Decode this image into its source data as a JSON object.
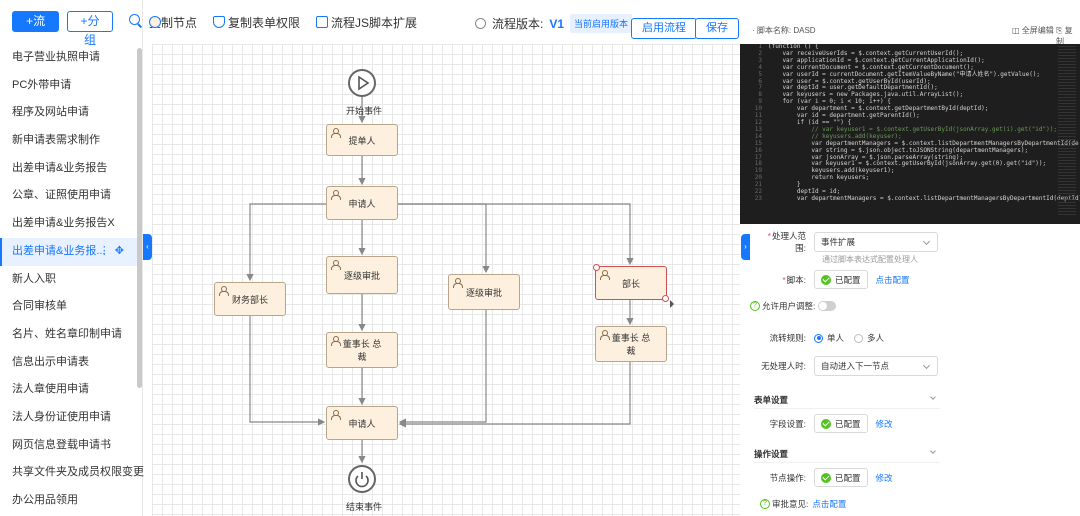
{
  "sidebar": {
    "new_flow": "+流程",
    "new_group": "+分组",
    "items": [
      "电子营业执照申请",
      "PC外带申请",
      "程序及网站申请",
      "新申请表需求制作",
      "出差申请&业务报告",
      "公章、证照使用申请",
      "出差申请&业务报告X",
      "出差申请&业务报...",
      "新人入职",
      "合同审核单",
      "名片、姓名章印制申请",
      "信息出示申请表",
      "法人章使用申请",
      "法人身份证使用申请",
      "网页信息登载申请书",
      "共享文件夹及成员权限变更",
      "办公用品领用"
    ],
    "active_index": 7,
    "active_tools": "⋮ ✥"
  },
  "toolbar": {
    "copy_node": "复制节点",
    "copy_form_perm": "复制表单权限",
    "js_ext": "流程JS脚本扩展",
    "version_label": "流程版本:",
    "version": "V1",
    "version_tag": "当前启用版本",
    "enable": "启用流程",
    "save": "保存"
  },
  "flow": {
    "start": "开始事件",
    "end": "结束事件",
    "nodes": {
      "submitter": "提单人",
      "applicant1": "申请人",
      "stepwise1": "逐级审批",
      "dept_head1": "财务部长",
      "chairman1": "董事长 总裁",
      "stepwise2": "逐级审批",
      "minister": "部长",
      "chairman2": "董事长 总裁",
      "applicant2": "申请人"
    }
  },
  "right": {
    "header_left": "· 脚本名称:   DASD",
    "header_right1": "◫ 全屏编辑",
    "header_right2": "⎘ 复制",
    "code_lines": [
      "(function () {",
      "    var receiveUserIds = $.context.getCurrentUserId();",
      "    var applicationId = $.context.getCurrentApplicationId();",
      "    var currentDocument = $.context.getCurrentDocument();",
      "    var userId = currentDocument.getItemValueByName(\"申请人姓名\").getValue();",
      "    var user = $.context.getUserById(userId);",
      "    var deptId = user.getDefaultDepartmentId();",
      "    var keyusers = new Packages.java.util.ArrayList();",
      "    for (var i = 0; i < 10; i++) {",
      "        var department = $.context.getDepartmentById(deptId);",
      "        var id = department.getParentId();",
      "        if (id == \"\") {",
      "            // var keyuser1 = $.context.getUserById(jsonArray.get(i).get(\"id\"));",
      "            // keyusers.add(keyuser);",
      "            var departmentManagers = $.context.listDepartmentManagersByDepartmentId(de",
      "            var string = $.json.object.toJSONString(departmentManagers);",
      "            var jsonArray = $.json.parseArray(string);",
      "            var keyuser1 = $.context.getUserById(jsonArray.get(0).get(\"id\"));",
      "            keyusers.add(keyuser1);",
      "            return keyusers;",
      "        }",
      "        deptId = id;",
      "        var departmentManagers = $.context.listDepartmentManagersByDepartmentId(deptId);"
    ],
    "handler_scope_label": "处理人范围:",
    "handler_scope": "事件扩展",
    "handler_hint": "通过脚本表达式配置处理人",
    "script_label": "脚本:",
    "configured": "已配置",
    "click_config": "点击配置",
    "allow_adjust": "允许用户调整:",
    "flow_rule_label": "流转规则:",
    "single": "单人",
    "multi": "多人",
    "no_handler_label": "无处理人时:",
    "no_handler_value": "自动进入下一节点",
    "form_settings": "表单设置",
    "field_settings_label": "字段设置:",
    "modify": "修改",
    "op_settings": "操作设置",
    "node_op_label": "节点操作:",
    "approval_opinion": "审批意见:"
  }
}
